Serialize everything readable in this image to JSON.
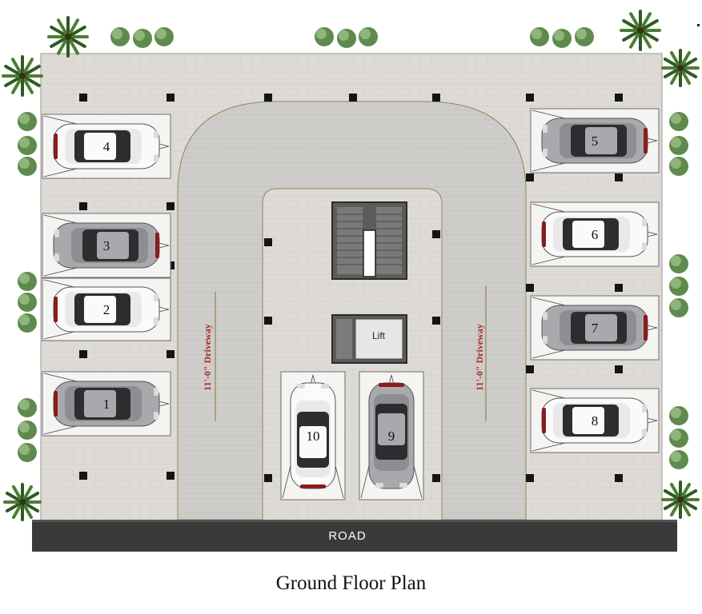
{
  "title": "Ground Floor Plan",
  "road_label": "ROAD",
  "driveway_label": "11'-0\" Driveway",
  "lift_label": "Lift",
  "parking_slots": [
    {
      "number": "1",
      "car": "silver"
    },
    {
      "number": "2",
      "car": "white"
    },
    {
      "number": "3",
      "car": "silver"
    },
    {
      "number": "4",
      "car": "white"
    },
    {
      "number": "5",
      "car": "silver"
    },
    {
      "number": "6",
      "car": "white"
    },
    {
      "number": "7",
      "car": "silver"
    },
    {
      "number": "8",
      "car": "white"
    },
    {
      "number": "9",
      "car": "silver"
    },
    {
      "number": "10",
      "car": "white"
    }
  ],
  "colors": {
    "paving": "#dedbd6",
    "driveway": "#cfcdca",
    "road": "#3a3a3a",
    "column": "#151515",
    "white_car": "#fafafa",
    "silver_car": "#a9a9ad",
    "driveway_text": "#a8272b"
  }
}
